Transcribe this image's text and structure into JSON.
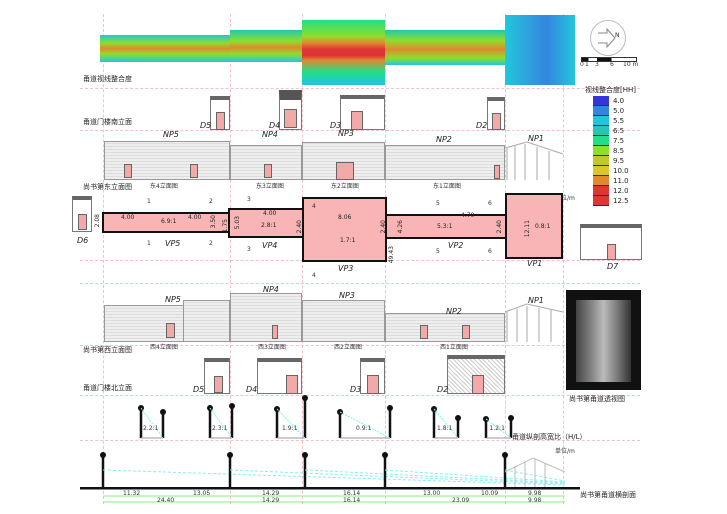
{
  "labels": {
    "integration": "甬道视线整合度",
    "south_gates": "甬道门楼南立面",
    "east_elev": "尚书第东立面图",
    "west_elev": "尚书第西立面图",
    "north_gates": "甬道门楼北立面",
    "ratio": "甬道纵剖高宽比（H/L）",
    "cross": "尚书第甬道横剖面",
    "photo": "尚书第甬道透视图",
    "unit": "单位/m"
  },
  "legend": {
    "title": "视线整合度[HH]",
    "items": [
      {
        "v": "4.0",
        "c": "#3535d8"
      },
      {
        "v": "5.0",
        "c": "#3585e0"
      },
      {
        "v": "5.5",
        "c": "#22c6dc"
      },
      {
        "v": "6.5",
        "c": "#22c8b4"
      },
      {
        "v": "7.5",
        "c": "#22de88"
      },
      {
        "v": "8.5",
        "c": "#8ede2a"
      },
      {
        "v": "9.5",
        "c": "#c0c82a"
      },
      {
        "v": "10.0",
        "c": "#dcc822"
      },
      {
        "v": "11.0",
        "c": "#e08a30"
      },
      {
        "v": "12.0",
        "c": "#e03535"
      },
      {
        "v": "12.5",
        "c": "#e03535"
      }
    ]
  },
  "north": "N",
  "scale": [
    "0",
    "1",
    "3",
    "6",
    "10 m"
  ],
  "east_sub": [
    "东4立面图",
    "东3立面图",
    "东2立面图",
    "东1立面图"
  ],
  "west_sub": [
    "西4立面图",
    "西3立面图",
    "西2立面图",
    "西1立面图"
  ],
  "np": [
    "NP5",
    "NP4",
    "NP3",
    "NP2",
    "NP1"
  ],
  "gates": [
    "D5",
    "D4",
    "D3",
    "D2"
  ],
  "d6": "D6",
  "d7": "D7",
  "vp": [
    "VP5",
    "VP4",
    "VP3",
    "VP2",
    "VP1"
  ],
  "plan_dims": [
    "2.08",
    "4.00",
    "6.9:1",
    "4.00",
    "3.50",
    "1.75",
    "5.03",
    "4.00",
    "2.8:1",
    "2.40",
    "8.06",
    "1.7:1",
    "2.40",
    "4.26",
    "4.70",
    "5.3:1",
    "2.40",
    "12.11",
    "0.8:1",
    "49.43"
  ],
  "sections": [
    "1",
    "2",
    "3",
    "4",
    "5",
    "6"
  ],
  "ratios": [
    "2.2:1",
    "2.3:1",
    "1.9:1",
    "0.9:1",
    "1.8:1",
    "1.2:1"
  ],
  "cross_dims_1": [
    "11.32",
    "13.05",
    "14.29",
    "16.14",
    "13.00",
    "10.09",
    "9.98"
  ],
  "cross_dims_2": [
    "24.40",
    "14.29",
    "16.14",
    "23.09",
    "9.98"
  ]
}
